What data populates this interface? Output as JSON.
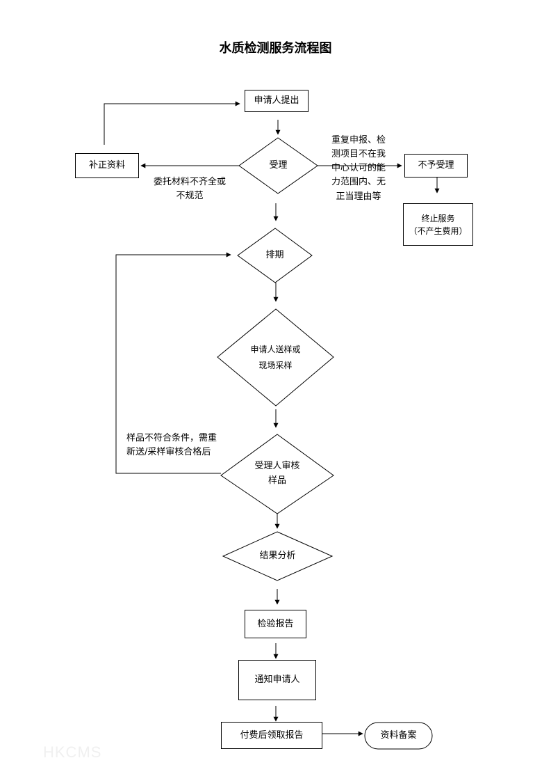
{
  "title": "水质检测服务流程图",
  "watermark": "HKCMS",
  "nodes": {
    "apply": "申请人提出",
    "supplement": "补正资料",
    "accept": "受理",
    "reject": "不予受理",
    "terminate_1": "终止服务",
    "terminate_2": "（不产生费用）",
    "schedule": "排期",
    "sample_1": "申请人送样或",
    "sample_2": "现场采样",
    "review_1": "受理人审核",
    "review_2": "样品",
    "analysis": "结果分析",
    "report": "检验报告",
    "notify": "通知申请人",
    "pay": "付费后领取报告",
    "archive": "资料备案"
  },
  "labels": {
    "incomplete_1": "委托材料不齐全或",
    "incomplete_2": "不规范",
    "reject_reason_1": "重复申报、检",
    "reject_reason_2": "测项目不在我",
    "reject_reason_3": "中心认可的能",
    "reject_reason_4": "力范围内、无",
    "reject_reason_5": "正当理由等",
    "resample_1": "样品不符合条件，需重",
    "resample_2": "新送/采样审核合格后"
  }
}
